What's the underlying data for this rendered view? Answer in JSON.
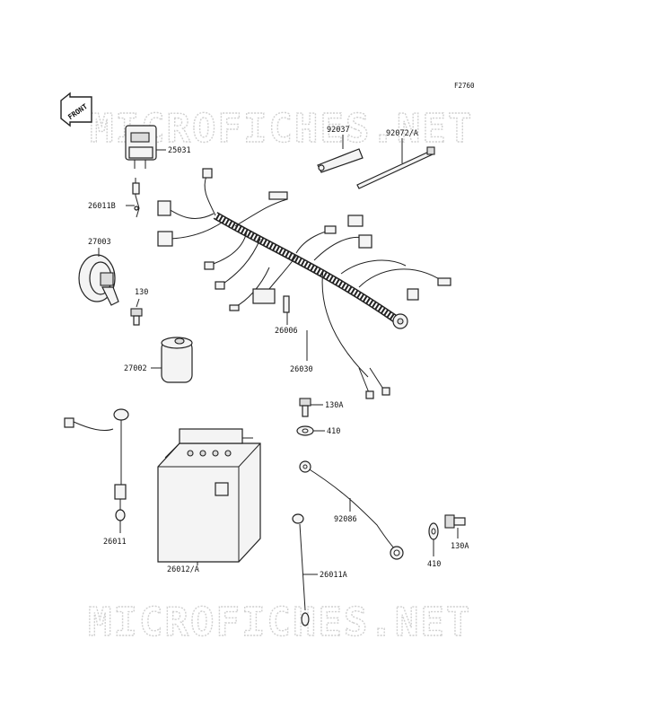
{
  "diagram_code": "F2760",
  "watermark_text": "MICROFICHES.NET",
  "front_arrow_label": "FRONT",
  "parts": {
    "p25031": "25031",
    "p26011B": "26011B",
    "p27003": "27003",
    "p130": "130",
    "p27002": "27002",
    "p92037": "92037",
    "p92072A": "92072/A",
    "p26006": "26006",
    "p26030": "26030",
    "p130A_top": "130A",
    "p410_top": "410",
    "p92086": "92086",
    "p410_bottom": "410",
    "p130A_bottom": "130A",
    "p26011": "26011",
    "p26012A": "26012/A",
    "p26011A": "26011A"
  },
  "colors": {
    "line": "#222222",
    "watermark": "#d0d0d0"
  }
}
